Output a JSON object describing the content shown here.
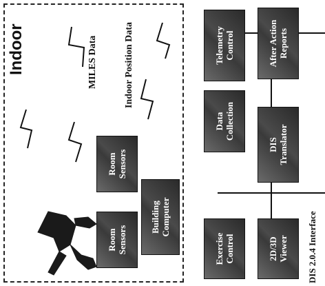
{
  "indoor": {
    "title": "Indoor",
    "miles_label": "MILES Data",
    "position_label": "Indoor Position Data",
    "room_sensors_1": [
      "Room",
      "Sensors"
    ],
    "room_sensors_2": [
      "Room",
      "Sensors"
    ],
    "building_computer": [
      "Building",
      "Computer"
    ]
  },
  "boxes": {
    "exercise_control": [
      "Exercise",
      "Control"
    ],
    "data_collection": [
      "Data",
      "Collection"
    ],
    "telemetry_control": [
      "Telemetry",
      "Control"
    ],
    "viewer": [
      "2D/3D",
      "Viewer"
    ],
    "dis_translator": [
      "DIS",
      "Translator"
    ],
    "after_action": [
      "After Action",
      "Reports"
    ]
  },
  "dis_interface_label": "DIS 2.0.4 Interface",
  "colors": {
    "block": "#3f3f3f",
    "line": "#111111"
  }
}
